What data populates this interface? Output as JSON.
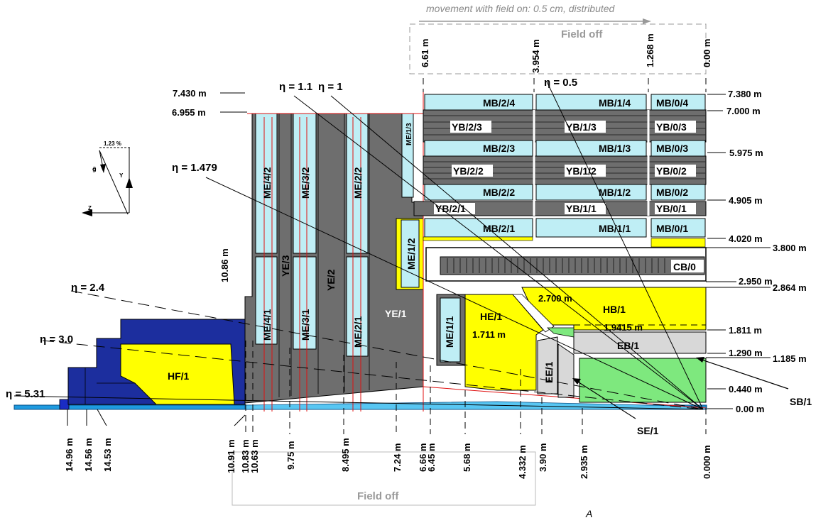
{
  "header_note": "movement with field on:  0.5 cm, distributed",
  "field_off_top": "Field off",
  "field_off_bottom": "Field off",
  "corner_letter": "A",
  "top_distances": [
    "6.61 m",
    "3.954 m",
    "1.268 m",
    "0.00 m"
  ],
  "bottom_distances": [
    "14.96 m",
    "14.56 m",
    "14.53 m",
    "10.91 m",
    "10.83 m",
    "10.63 m",
    "9.75 m",
    "8.495 m",
    "7.24 m",
    "6.66 m",
    "6.45 m",
    "5.68 m",
    "4.332 m",
    "3.90 m",
    "2.935 m",
    "0.000 m"
  ],
  "left_heights": [
    "7.430 m",
    "6.955 m",
    "10.86 m"
  ],
  "right_heights": [
    "7.380 m",
    "7.000 m",
    "5.975 m",
    "4.905 m",
    "4.020 m",
    "3.800 m",
    "2.950 m",
    "2.864 m",
    "1.811 m",
    "1.290 m",
    "1.185 m",
    "0.440 m",
    "0.00 m"
  ],
  "inner_dims": [
    "2.700 m",
    "1.9415 m",
    "1.711 m"
  ],
  "eta_labels": [
    "η = 1.1",
    "η = 1",
    "η = 0.5",
    "η = 1.479",
    "η = 2.4",
    "η = 3.0",
    "η = 5.31"
  ],
  "barrel_muon": [
    "MB/2/4",
    "MB/1/4",
    "MB/0/4",
    "MB/2/3",
    "MB/1/3",
    "MB/0/3",
    "MB/2/2",
    "MB/1/2",
    "MB/0/2",
    "MB/2/1",
    "MB/1/1",
    "MB/0/1"
  ],
  "yoke_barrel": [
    "YB/2/3",
    "YB/1/3",
    "YB/0/3",
    "YB/2/2",
    "YB/1/2",
    "YB/0/2",
    "YB/2/1",
    "YB/1/1",
    "YB/0/1"
  ],
  "endcap_muon": [
    "ME/4/2",
    "ME/3/2",
    "ME/2/2",
    "ME/1/3",
    "ME/1/2",
    "ME/4/1",
    "ME/3/1",
    "ME/2/1",
    "ME/1/1"
  ],
  "yoke_endcap": [
    "YE/3",
    "YE/2",
    "YE/1"
  ],
  "calorimeters": [
    "HB/1",
    "HE/1",
    "HF/1",
    "EB/1",
    "EE/1",
    "CB/0"
  ],
  "callouts": [
    "SB/1",
    "SE/1"
  ],
  "gravity": {
    "tilt": "1.23 %",
    "g": "g⃗",
    "y": "Y",
    "z": "Z"
  },
  "colors": {
    "muon_chamber": "#bfeef5",
    "yoke": "#6e6e6e",
    "hadron_cal": "#ffff00",
    "ecal_barrel": "#7ee87e",
    "forward": "#1c2e9e",
    "beam": "#1e9be0",
    "ecal_grey": "#d8d8d8"
  }
}
